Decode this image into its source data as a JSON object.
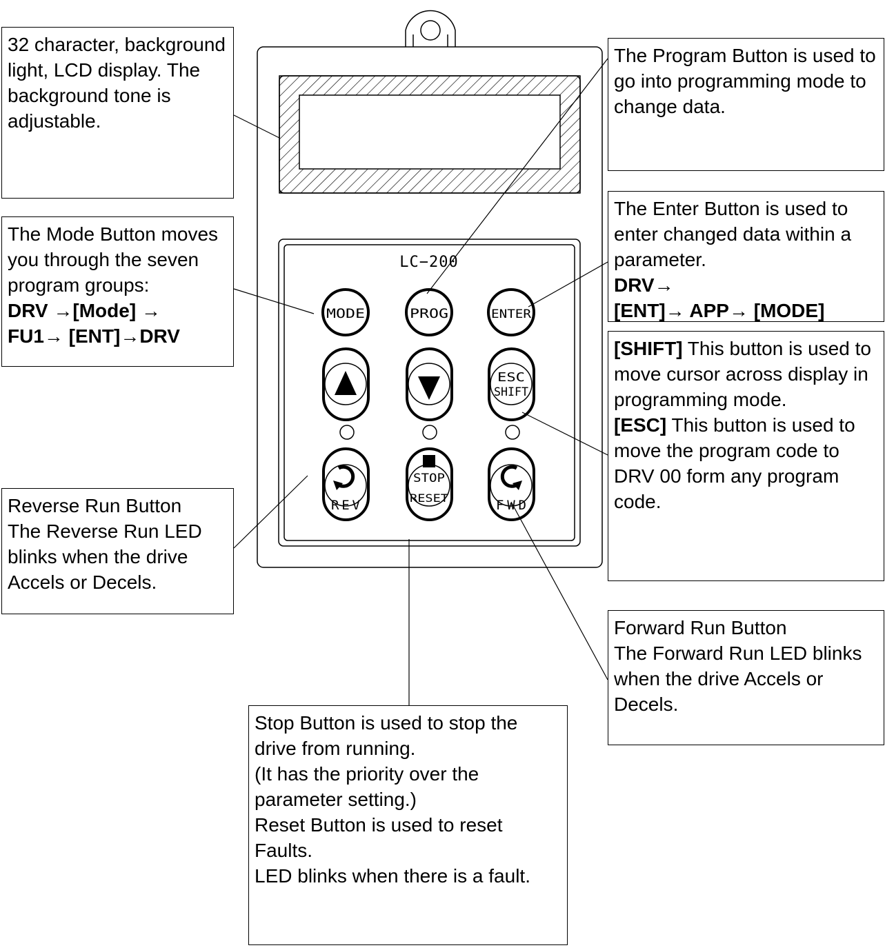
{
  "keypad": {
    "model": "LC−200",
    "buttons": {
      "mode": "MODE",
      "prog": "PROG",
      "enter": "ENTER",
      "esc": "ESC",
      "shift": "SHIFT",
      "stop": "STOP",
      "reset": "RESET",
      "rev": "REV",
      "fwd": "FWD"
    }
  },
  "callouts": {
    "lcd": {
      "text": "32 character, background light, LCD display. The background tone is adjustable."
    },
    "mode": {
      "text": "The Mode Button moves you through the seven program groups:",
      "seq1": "DRV →[Mode] →",
      "seq2": "FU1→ [ENT]→DRV"
    },
    "reverse": {
      "line1": "Reverse Run Button",
      "line2": "The Reverse Run LED blinks when the drive Accels or Decels."
    },
    "program": {
      "text": "The Program Button is used to go into programming mode to change data."
    },
    "enter": {
      "text": "The Enter Button is used to enter changed data within a parameter.",
      "seq1": "DRV→",
      "seq2": "[ENT]→ APP→ [MODE]"
    },
    "shift_esc": {
      "shift_label": "[SHIFT]",
      "shift_text": " This button is used to move cursor across display in programming mode.",
      "esc_label": "[ESC]",
      "esc_text": " This button is used to move the program code to DRV 00 form any program code."
    },
    "forward": {
      "line1": "Forward Run Button",
      "line2": "The Forward Run LED blinks when the drive Accels or Decels."
    },
    "stop": {
      "line1": "Stop Button is used to stop the drive from running.",
      "line2": "(It has the priority over the parameter setting.)",
      "line3": "Reset Button is used to reset Faults.",
      "line4": "LED blinks when there is a fault."
    }
  }
}
